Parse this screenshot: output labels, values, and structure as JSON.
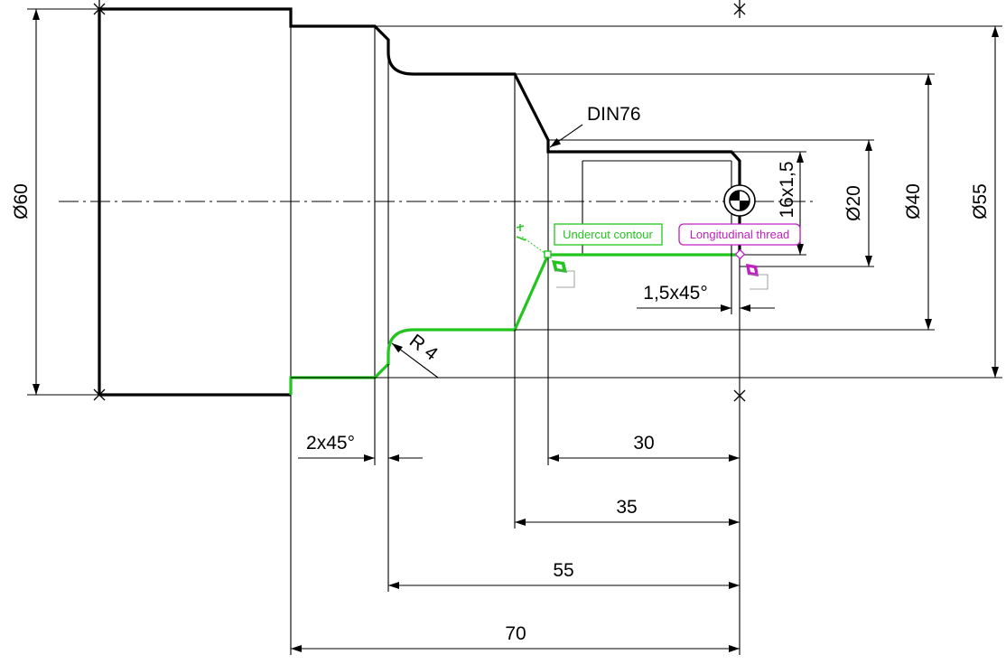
{
  "dimensions": {
    "dia60": "Ø60",
    "dia55": "Ø55",
    "dia40": "Ø40",
    "dia20": "Ø20",
    "thread": "16x1,5",
    "len30": "30",
    "len35": "35",
    "len55": "55",
    "len70": "70",
    "chamfer_left": "2x45°",
    "chamfer_right": "1,5x45°",
    "radius": "R 4",
    "undercut_std": "DIN76"
  },
  "labels": {
    "undercut": "Undercut contour",
    "thread": "Longitudinal thread"
  },
  "colors": {
    "undercut": "#22c51e",
    "thread": "#c020c0",
    "part": "#000000"
  }
}
